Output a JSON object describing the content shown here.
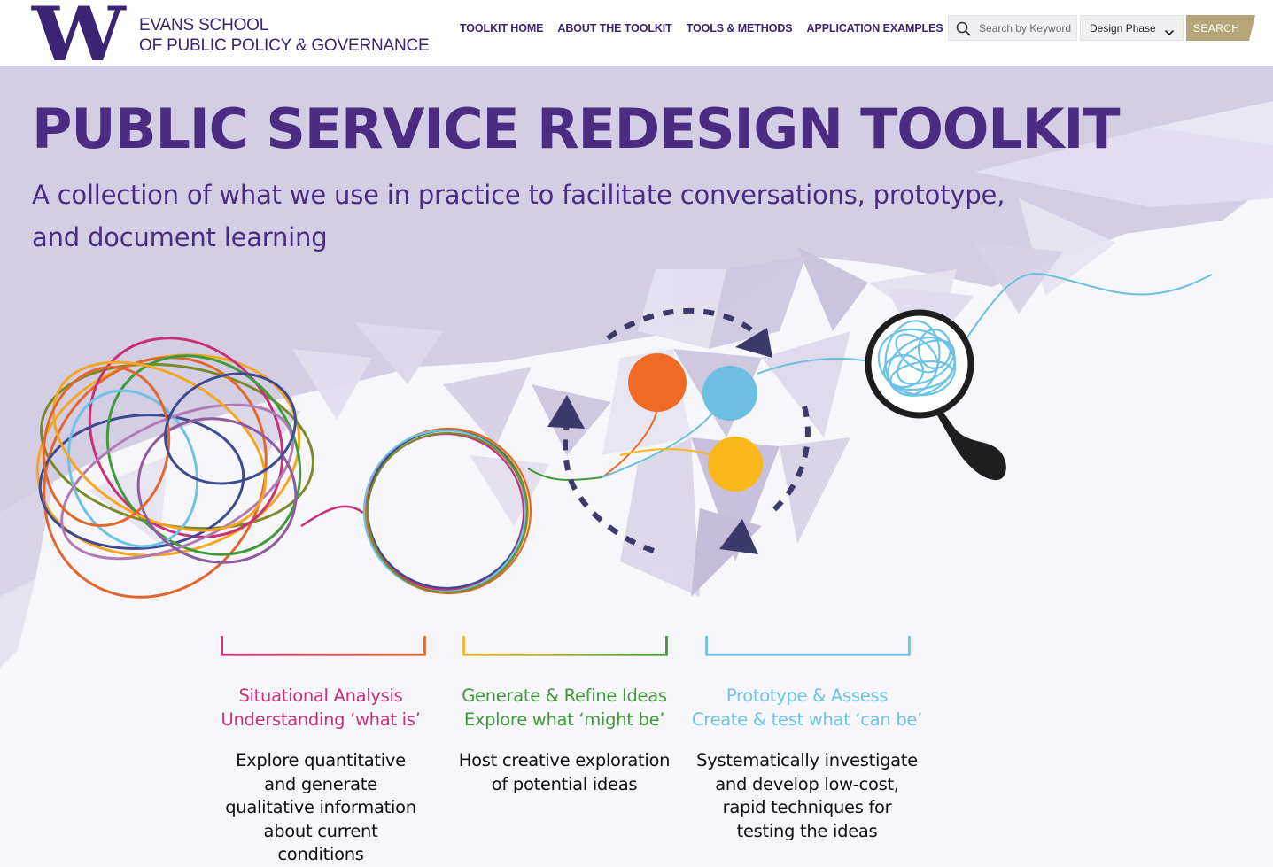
{
  "header": {
    "logo_letter": "W",
    "school_line1": "EVANS SCHOOL",
    "school_line2": "OF PUBLIC POLICY & GOVERNANCE",
    "nav": [
      {
        "label": "TOOLKIT HOME"
      },
      {
        "label": "ABOUT THE TOOLKIT"
      },
      {
        "label": "TOOLS & METHODS"
      },
      {
        "label": "APPLICATION EXAMPLES"
      }
    ],
    "search": {
      "placeholder": "Search by Keyword",
      "value": "",
      "icon": "search-icon"
    },
    "phase_select": {
      "selected": "Design Phase",
      "icon": "chevron-down-icon"
    },
    "search_button": "SEARCH"
  },
  "hero": {
    "title": "PUBLIC SERVICE REDESIGN TOOLKIT",
    "subtitle": "A collection of what we use in practice to facilitate conversations, prototype, and document learning"
  },
  "phases": [
    {
      "title": "Situational Analysis",
      "subtitle": "Understanding ‘what is’",
      "description": "Explore quantitative and generate qualitative information about current conditions",
      "color": "#c8307a",
      "bracket_colors": [
        "#c8307a",
        "#e2672e"
      ]
    },
    {
      "title": "Generate & Refine Ideas",
      "subtitle": "Explore what ‘might be’",
      "description": "Host creative exploration of potential ideas",
      "color": "#3f9a3c",
      "bracket_colors": [
        "#f2b32a",
        "#3f9a3c"
      ]
    },
    {
      "title": "Prototype & Assess",
      "subtitle": "Create & test what ‘can be’",
      "description": "Systematically investigate and develop low-cost, rapid techniques for testing the ideas",
      "color": "#6cc3e6",
      "bracket_colors": [
        "#6cc3e6",
        "#6cc3e6"
      ]
    }
  ],
  "colors": {
    "uw_purple": "#4b2c83",
    "header_purple": "#3b2474",
    "gold": "#b7a57a",
    "hero_lavender": "#d4cfe3",
    "arrow_navy": "#3c3a6b",
    "orange_dot": "#f06a24",
    "blue_dot": "#6cbfe0",
    "yellow_dot": "#fbb81a"
  }
}
